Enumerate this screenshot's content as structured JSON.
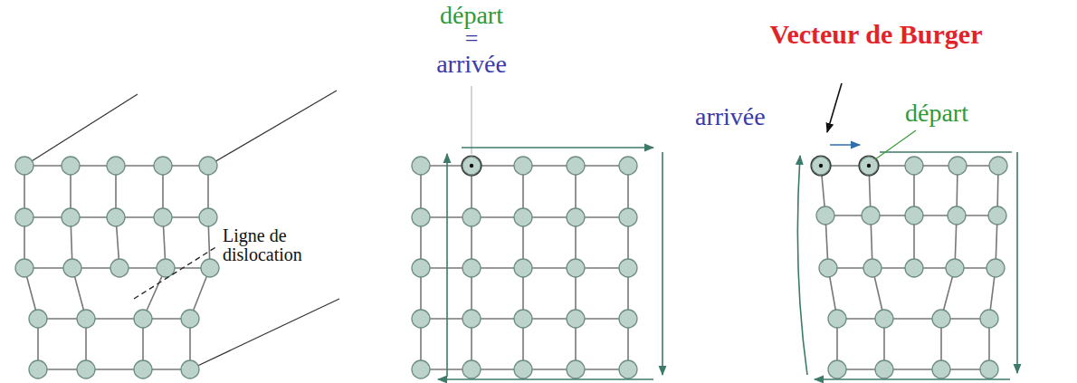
{
  "diagram": {
    "labels": [
      "Ligne de dislocation",
      "départ",
      "=",
      "arrivée",
      "Vecteur de Burger",
      "arrivée",
      "départ"
    ]
  }
}
